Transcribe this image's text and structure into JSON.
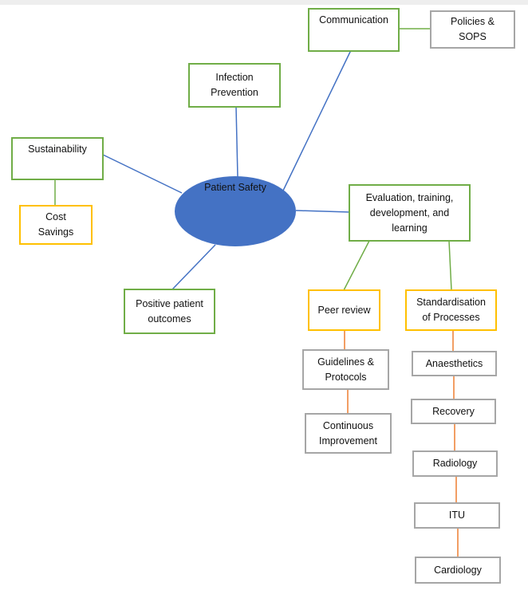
{
  "center": {
    "label": "Patient Safety"
  },
  "nodes": {
    "communication": "Communication",
    "policies": "Policies &\nSOPS",
    "infection": "Infection\nPrevention",
    "sustainability": "Sustainability",
    "cost": "Cost\nSavings",
    "evaluation": "Evaluation, training,\ndevelopment, and\nlearning",
    "positive": "Positive patient\noutcomes",
    "peer": "Peer review",
    "standardisation": "Standardisation\nof Processes",
    "guidelines": "Guidelines &\nProtocols",
    "continuous": "Continuous\nImprovement",
    "anaesthetics": "Anaesthetics",
    "recovery": "Recovery",
    "radiology": "Radiology",
    "itu": "ITU",
    "cardiology": "Cardiology"
  },
  "colors": {
    "center_fill": "#4472c4",
    "blue_connector": "#4472c4",
    "green_border": "#70ad47",
    "yellow_border": "#ffc000",
    "grey_border": "#a6a6a6",
    "orange_connector": "#ed7d31"
  }
}
